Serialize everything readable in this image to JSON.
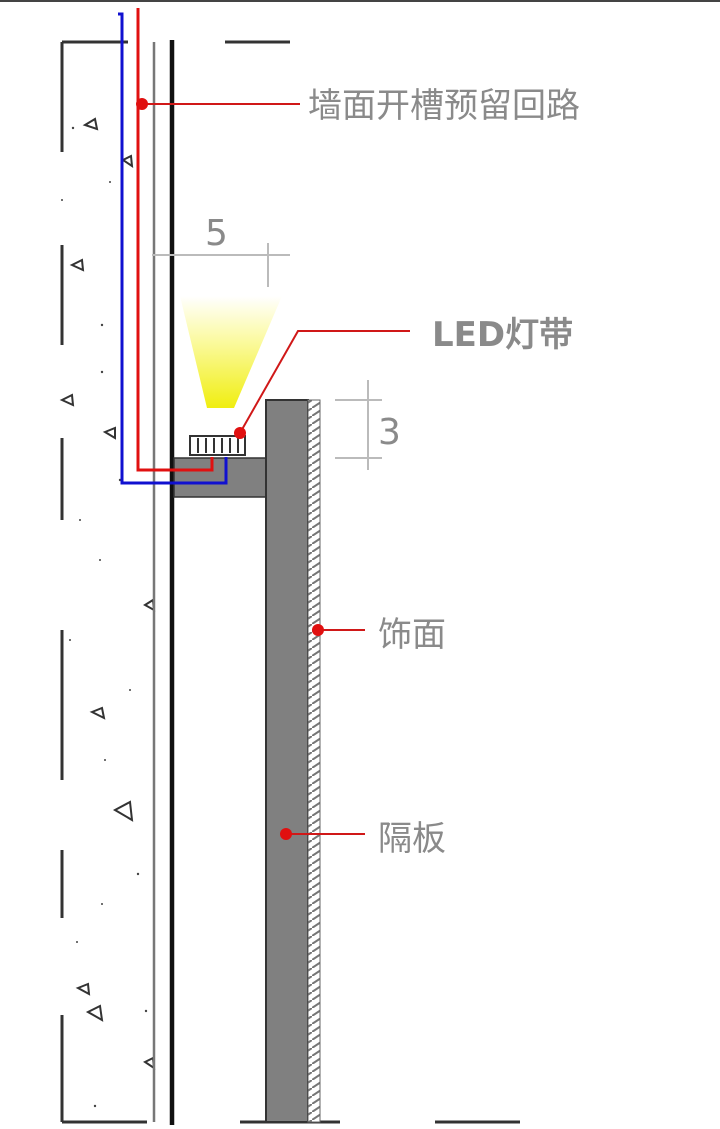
{
  "labels": {
    "wall_circuit": "墙面开槽预留回路",
    "led_strip": "LED灯带",
    "finish": "饰面",
    "partition": "隔板"
  },
  "dimensions": {
    "horizontal": "5",
    "vertical": "3"
  },
  "colors": {
    "live_wire": "#e01010",
    "neutral_wire": "#1010d0",
    "callout": "#d01818",
    "partition": "#808080",
    "light": "#f4f000"
  }
}
